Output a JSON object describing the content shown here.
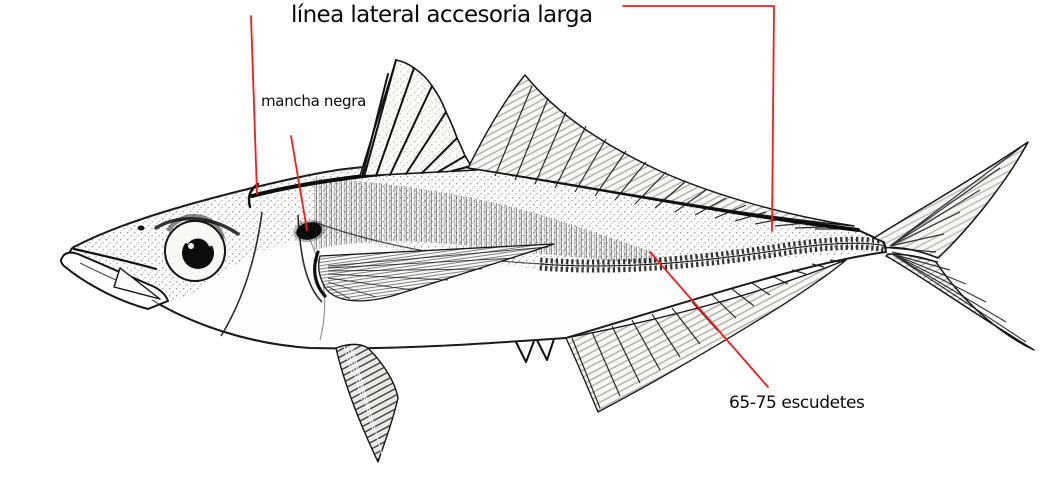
{
  "diagram": {
    "type": "annotated-fish-illustration",
    "title": "línea lateral accesoria larga",
    "annotations": [
      {
        "id": "linea-lateral-accesoria",
        "label": "línea lateral accesoria larga"
      },
      {
        "id": "mancha-negra",
        "label": "mancha negra"
      },
      {
        "id": "escudetes",
        "label": "65-75 escudetes"
      }
    ],
    "colors": {
      "annotation": "#f21b1b",
      "ink": "#111111",
      "background": "#ffffff"
    }
  }
}
